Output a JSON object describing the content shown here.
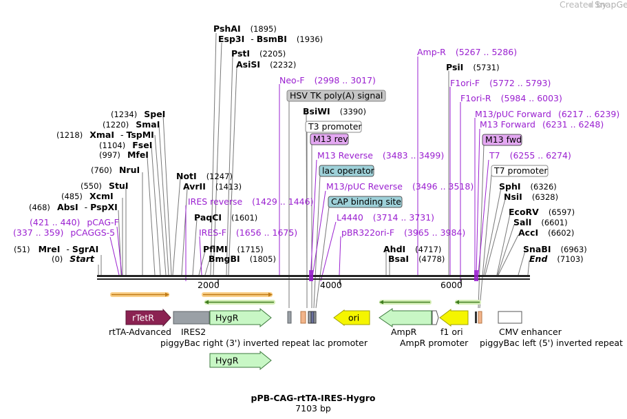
{
  "branding": {
    "text": "Created by",
    "brand": "SnapGene"
  },
  "map": {
    "title": "pPB-CAG-rtTA-IRES-Hygro",
    "length_label": "7103 bp",
    "ticks": [
      "2000",
      "4000",
      "6000"
    ]
  },
  "enzymes": [
    {
      "name": "MreI",
      "pos": "(51)",
      "extra": "SgrAI"
    },
    {
      "name": "Start",
      "pos": "(0)",
      "italic": true
    },
    {
      "name": "AbsI",
      "pos": "(468)",
      "extra": "PspXI"
    },
    {
      "name": "XcmI",
      "pos": "(485)"
    },
    {
      "name": "StuI",
      "pos": "(550)"
    },
    {
      "name": "NruI",
      "pos": "(760)"
    },
    {
      "name": "MfeI",
      "pos": "(997)"
    },
    {
      "name": "FseI",
      "pos": "(1104)"
    },
    {
      "name": "XmaI",
      "pos": "(1218)",
      "extra": "TspMI"
    },
    {
      "name": "SmaI",
      "pos": "(1220)"
    },
    {
      "name": "SpeI",
      "pos": "(1234)"
    },
    {
      "name": "NotI",
      "pos": "(1247)"
    },
    {
      "name": "AvrII",
      "pos": "(1413)"
    },
    {
      "name": "PaqCI",
      "pos": "(1601)"
    },
    {
      "name": "PflMI",
      "pos": "(1715)"
    },
    {
      "name": "BmgBI",
      "pos": "(1805)"
    },
    {
      "name": "PshAI",
      "pos": "(1895)"
    },
    {
      "name": "Esp3I",
      "pos": "(1936)",
      "extra": "BsmBI"
    },
    {
      "name": "PstI",
      "pos": "(2205)"
    },
    {
      "name": "AsiSI",
      "pos": "(2232)"
    },
    {
      "name": "BsiWI",
      "pos": "(3390)"
    },
    {
      "name": "AhdI",
      "pos": "(4717)"
    },
    {
      "name": "BsaI",
      "pos": "(4778)"
    },
    {
      "name": "PsiI",
      "pos": "(5731)"
    },
    {
      "name": "SphI",
      "pos": "(6326)"
    },
    {
      "name": "NsiI",
      "pos": "(6328)"
    },
    {
      "name": "EcoRV",
      "pos": "(6597)"
    },
    {
      "name": "SalI",
      "pos": "(6601)"
    },
    {
      "name": "AccI",
      "pos": "(6602)"
    },
    {
      "name": "SnaBI",
      "pos": "(6963)"
    },
    {
      "name": "End",
      "pos": "(7103)",
      "italic": true
    }
  ],
  "primers": [
    {
      "name": "pCAG-F",
      "pos": "(421 .. 440)"
    },
    {
      "name": "pCAGGS-5",
      "pos": "(337 .. 359)"
    },
    {
      "name": "IRES reverse",
      "pos": "(1429 .. 1446)"
    },
    {
      "name": "IRES-F",
      "pos": "(1656 .. 1675)"
    },
    {
      "name": "Neo-F",
      "pos": "(2998 .. 3017)"
    },
    {
      "name": "M13 Reverse",
      "pos": "(3483 .. 3499)"
    },
    {
      "name": "M13/pUC Reverse",
      "pos": "(3496 .. 3518)"
    },
    {
      "name": "L4440",
      "pos": "(3714 .. 3731)"
    },
    {
      "name": "pBR322ori-F",
      "pos": "(3965 .. 3984)"
    },
    {
      "name": "Amp-R",
      "pos": "(5267 .. 5286)"
    },
    {
      "name": "F1ori-F",
      "pos": "(5772 .. 5793)"
    },
    {
      "name": "F1ori-R",
      "pos": "(5984 .. 6003)"
    },
    {
      "name": "M13/pUC Forward",
      "pos": "(6217 .. 6239)"
    },
    {
      "name": "M13 Forward",
      "pos": "(6231 .. 6248)"
    },
    {
      "name": "T7",
      "pos": "(6255 .. 6274)"
    }
  ],
  "boxed_labels": {
    "hsv_tk": "HSV TK poly(A) signal",
    "t3_promoter": "T3 promoter",
    "m13_rev": "M13 rev",
    "lac_operator": "lac operator",
    "cap_site": "CAP binding site",
    "m13_fwd": "M13 fwd",
    "t7_promoter": "T7 promoter"
  },
  "features": {
    "rtetr": "rTetR",
    "hygr": "HygR",
    "hygr2": "HygR",
    "ori": "ori"
  },
  "feature_labels": {
    "rtta_advanced": "rtTA-Advanced",
    "ires2": "IRES2",
    "pb_right": "piggyBac right (3') inverted repeat",
    "lac_promoter": "lac promoter",
    "ampr": "AmpR",
    "ampr_promoter": "AmpR promoter",
    "f1_ori": "f1 ori",
    "cmv_enhancer": "CMV enhancer",
    "pb_left": "piggyBac left (5') inverted repeat"
  },
  "colors": {
    "primer": "#9a1fd0",
    "rtetr": "#8b2252",
    "ires": "#9aa0a6",
    "hygr": "#c8f7c5",
    "ori": "#f5f500",
    "ampr": "#c8f7c5",
    "orf_orange": "#f2a93b",
    "orf_green": "#5aa02c",
    "lac_operator": "#9ed1d9",
    "m13": "#e4a8f2"
  }
}
